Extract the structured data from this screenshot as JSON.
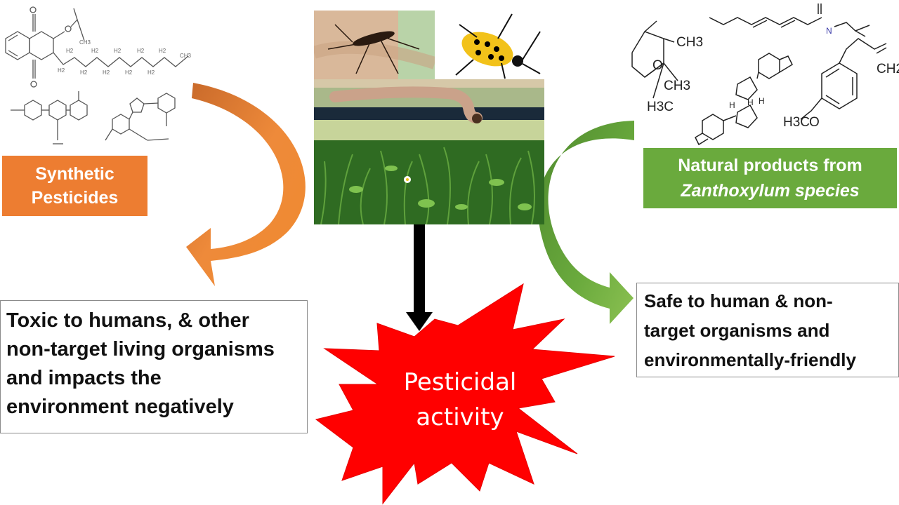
{
  "labels": {
    "synthetic_line1": "Synthetic",
    "synthetic_line2": "Pesticides",
    "natural_line1": "Natural products from",
    "natural_line2": "Zanthoxylum species"
  },
  "toxic_effect": {
    "lines": [
      "Toxic to humans, & other",
      "non-target living organisms",
      "and impacts the",
      "environment negatively"
    ]
  },
  "safe_effect": {
    "lines": [
      "Safe to human & non-",
      "target organisms and",
      "environmentally-friendly"
    ]
  },
  "outcome": {
    "line1": "Pesticidal",
    "line2": "activity"
  },
  "structure_atoms": {
    "ch3_a": "CH3",
    "ch3_b": "CH3",
    "h3c": "H3C",
    "o": "O",
    "ch2": "CH2",
    "h3c_o": "H3C",
    "o2": "O",
    "n": "N",
    "h": "H",
    "h2": "H",
    "h3": "H"
  },
  "colors": {
    "synthetic": "#ed7d31",
    "natural": "#6aaa3d",
    "star": "#ff0000",
    "arrow_down": "#000000"
  }
}
